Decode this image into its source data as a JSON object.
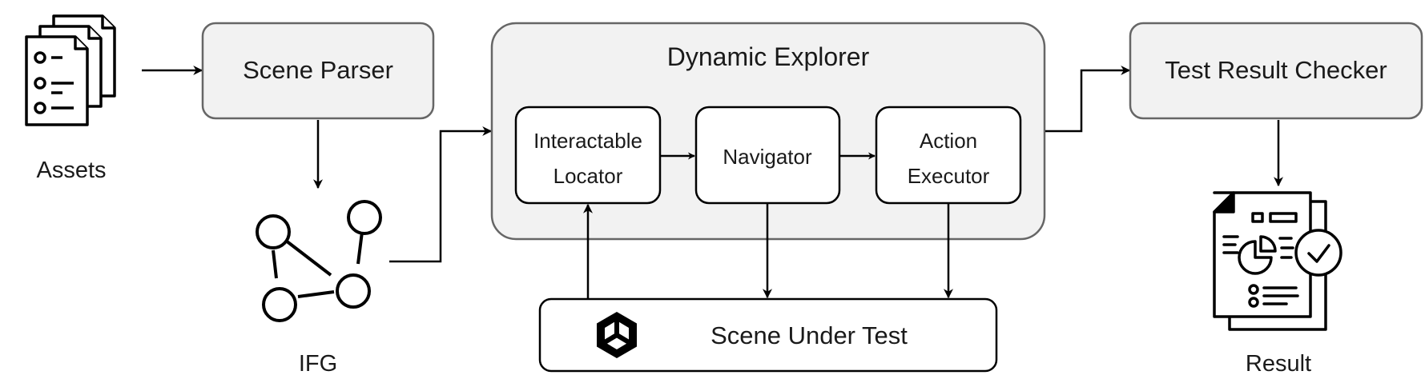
{
  "diagram": {
    "assets_label": "Assets",
    "scene_parser": "Scene Parser",
    "ifg_label": "IFG",
    "dynamic_explorer": "Dynamic Explorer",
    "interactable_locator_line1": "Interactable",
    "interactable_locator_line2": "Locator",
    "navigator": "Navigator",
    "action_executor_line1": "Action",
    "action_executor_line2": "Executor",
    "scene_under_test": "Scene Under Test",
    "test_result_checker": "Test Result Checker",
    "result_label": "Result"
  },
  "icons": {
    "assets": "documents-stack-icon",
    "ifg": "graph-nodes-icon",
    "scene": "unity-cube-icon",
    "result": "report-check-icon"
  },
  "colors": {
    "box_fill": "#f2f2f2",
    "box_stroke": "#666666",
    "inner_fill": "#ffffff",
    "line": "#000000"
  }
}
